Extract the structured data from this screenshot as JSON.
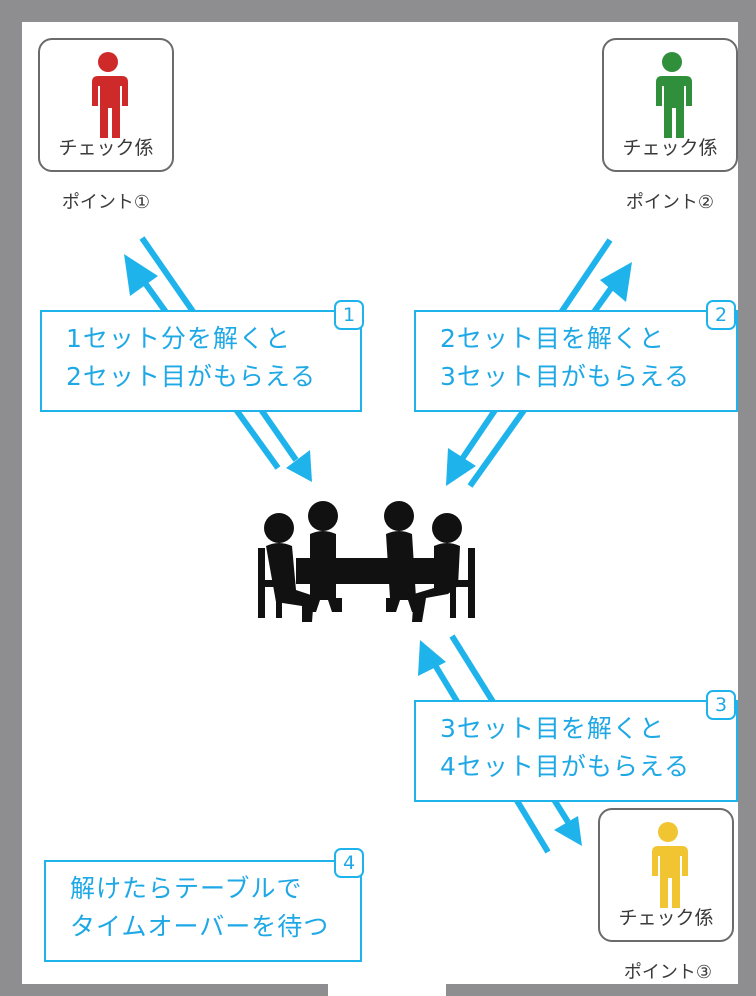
{
  "colors": {
    "wall": "#8e8e90",
    "arrow": "#1fb3ec",
    "text_blue": "#1fa8e6",
    "person_red": "#cf2a2a",
    "person_green": "#2f8f3a",
    "person_yellow": "#f1c531",
    "table_group": "#111111"
  },
  "stations": [
    {
      "role": "チェック係",
      "point": "ポイント①",
      "color": "#cf2a2a",
      "icon": "person-icon"
    },
    {
      "role": "チェック係",
      "point": "ポイント②",
      "color": "#2f8f3a",
      "icon": "person-icon"
    },
    {
      "role": "チェック係",
      "point": "ポイント③",
      "color": "#f1c531",
      "icon": "person-icon"
    }
  ],
  "steps": [
    {
      "number": "1",
      "lines": [
        "1セット分を解くと",
        "2セット目がもらえる"
      ]
    },
    {
      "number": "2",
      "lines": [
        "2セット目を解くと",
        "3セット目がもらえる"
      ]
    },
    {
      "number": "3",
      "lines": [
        "3セット目を解くと",
        "4セット目がもらえる"
      ]
    },
    {
      "number": "4",
      "lines": [
        "解けたらテーブルで",
        "タイムオーバーを待つ"
      ]
    }
  ],
  "center": {
    "icon": "meeting-table-icon"
  }
}
